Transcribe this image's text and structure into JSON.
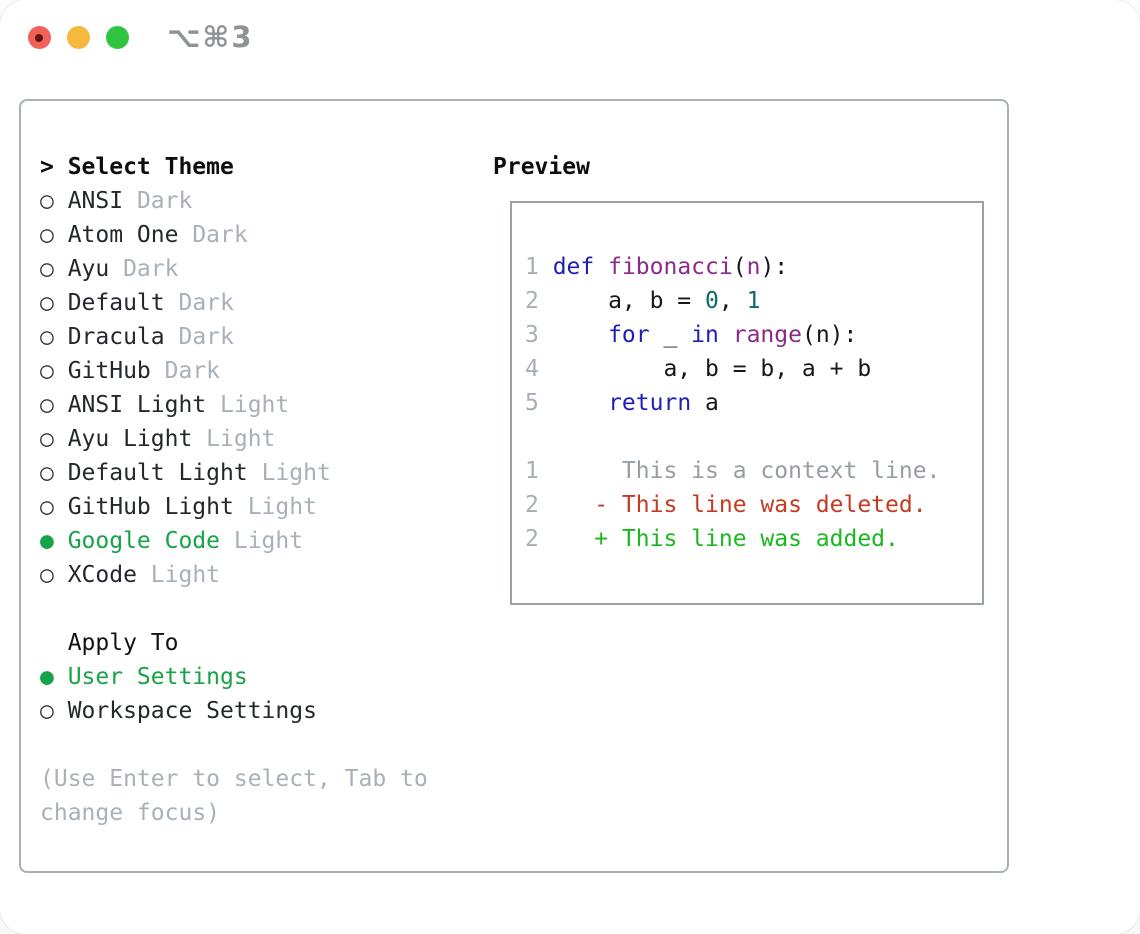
{
  "titlebar": {
    "shortcut_label": "⌥⌘3",
    "traffic_lights": [
      {
        "name": "close",
        "color": "#f2605a"
      },
      {
        "name": "minimize",
        "color": "#f5ba3d"
      },
      {
        "name": "zoom",
        "color": "#30c441"
      }
    ]
  },
  "theme_panel": {
    "header_marker": ">",
    "header_label": "Select Theme",
    "marker_unselected": "○",
    "marker_selected": "●",
    "themes": [
      {
        "name": "ANSI",
        "variant": "Dark",
        "selected": false
      },
      {
        "name": "Atom One",
        "variant": "Dark",
        "selected": false
      },
      {
        "name": "Ayu",
        "variant": "Dark",
        "selected": false
      },
      {
        "name": "Default",
        "variant": "Dark",
        "selected": false
      },
      {
        "name": "Dracula",
        "variant": "Dark",
        "selected": false
      },
      {
        "name": "GitHub",
        "variant": "Dark",
        "selected": false
      },
      {
        "name": "ANSI Light",
        "variant": "Light",
        "selected": false
      },
      {
        "name": "Ayu Light",
        "variant": "Light",
        "selected": false
      },
      {
        "name": "Default Light",
        "variant": "Light",
        "selected": false
      },
      {
        "name": "GitHub Light",
        "variant": "Light",
        "selected": false
      },
      {
        "name": "Google Code",
        "variant": "Light",
        "selected": true
      },
      {
        "name": "XCode",
        "variant": "Light",
        "selected": false
      }
    ],
    "apply_to_label": "Apply To",
    "apply_options": [
      {
        "label": "User Settings",
        "selected": true
      },
      {
        "label": "Workspace Settings",
        "selected": false
      }
    ],
    "hint": "(Use Enter to select, Tab to change focus)"
  },
  "preview": {
    "title": "Preview",
    "lines": [
      {
        "num": "1",
        "segments": [
          [
            "def",
            "keyword"
          ],
          [
            " ",
            "plain"
          ],
          [
            "fibonacci",
            "title"
          ],
          [
            "(",
            "plain"
          ],
          [
            "n",
            "title"
          ],
          [
            "):",
            "plain"
          ]
        ]
      },
      {
        "num": "2",
        "segments": [
          [
            "    a, b = ",
            "plain"
          ],
          [
            "0",
            "number"
          ],
          [
            ", ",
            "plain"
          ],
          [
            "1",
            "number"
          ]
        ]
      },
      {
        "num": "3",
        "segments": [
          [
            "    ",
            "plain"
          ],
          [
            "for",
            "keyword"
          ],
          [
            " _ ",
            "plain"
          ],
          [
            "in",
            "keyword"
          ],
          [
            " ",
            "plain"
          ],
          [
            "range",
            "title"
          ],
          [
            "(n):",
            "plain"
          ]
        ]
      },
      {
        "num": "4",
        "segments": [
          [
            "        a, b = b, a + b",
            "plain"
          ]
        ]
      },
      {
        "num": "5",
        "segments": [
          [
            "    ",
            "plain"
          ],
          [
            "return",
            "keyword"
          ],
          [
            " a",
            "plain"
          ]
        ]
      },
      {
        "num": "",
        "segments": []
      },
      {
        "num": "1",
        "segments": [
          [
            "     This is a context line.",
            "context"
          ]
        ]
      },
      {
        "num": "2",
        "segments": [
          [
            "   - This line was deleted.",
            "deleted"
          ]
        ]
      },
      {
        "num": "2",
        "segments": [
          [
            "   + This line was added.",
            "added"
          ]
        ]
      }
    ]
  },
  "colors": {
    "keyword": "#201fb3",
    "title": "#8c2a8c",
    "number": "#0b6c6c",
    "plain": "#14171b",
    "gutter": "#a6aeb8",
    "context": "#959da7",
    "deleted": "#c43b22",
    "added": "#1ab81e",
    "selected": "#17a347",
    "text": "#24282e",
    "muted": "#a8b0ba"
  }
}
